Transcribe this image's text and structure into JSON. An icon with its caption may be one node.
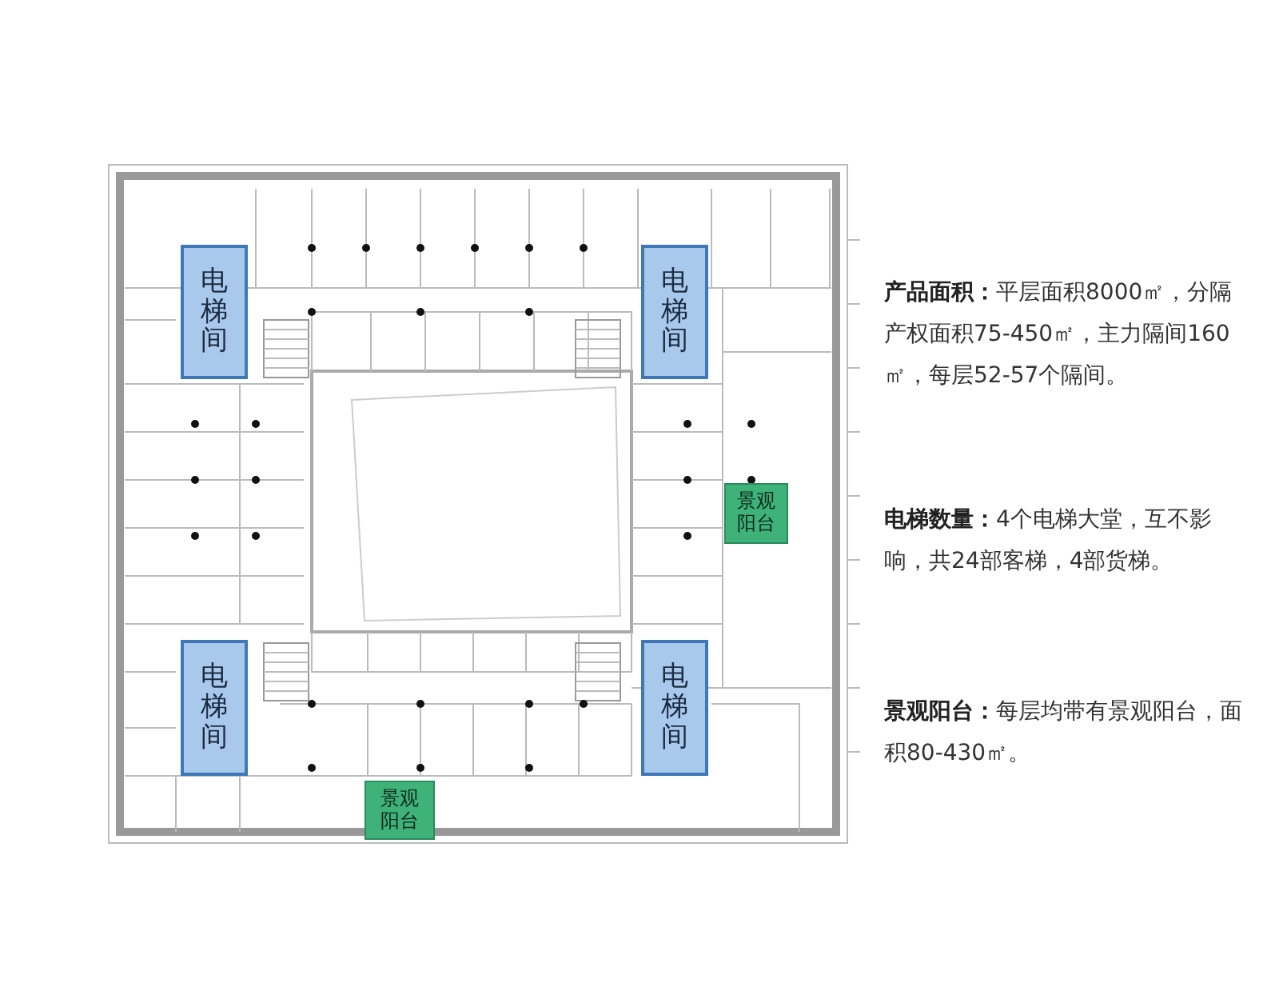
{
  "diagram": {
    "nodes": [
      {
        "text": [
          "电梯间"
        ]
      },
      {
        "text": [
          "电梯间"
        ]
      },
      {
        "text": [
          "景观阳台"
        ]
      },
      {
        "text": [
          "电梯间"
        ]
      },
      {
        "text": [
          "电梯间"
        ]
      },
      {
        "text": [
          "景观阳台"
        ]
      }
    ],
    "labels": [
      "**产品面积：**平层面积8000㎡，分隔产权面积75-450㎡，主力隔间160㎡，每层52-57个隔间。",
      "**电梯数量：**4个电梯大堂，互不影响，共24部客梯，4部货梯。",
      "**景观阳台：**每层均带有景观阳台，面积80-430㎡。"
    ]
  }
}
